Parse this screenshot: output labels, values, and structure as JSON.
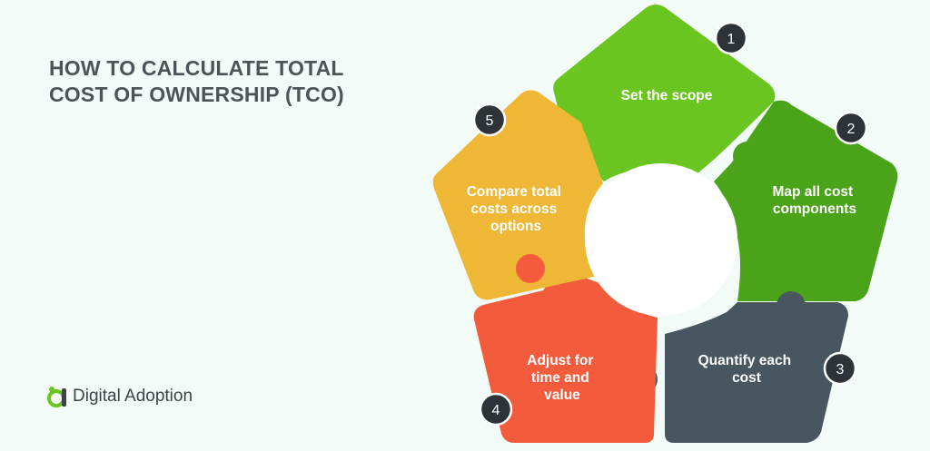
{
  "title": {
    "line1": "HOW TO CALCULATE TOTAL",
    "line2": "COST OF OWNERSHIP (TCO)"
  },
  "brand": {
    "name": "Digital Adoption",
    "icon": "digital-adoption-logo"
  },
  "steps": [
    {
      "number": "1",
      "lines": [
        "Set the scope"
      ],
      "color": "#6bc520"
    },
    {
      "number": "2",
      "lines": [
        "Map all cost",
        "components"
      ],
      "color": "#4ba31a"
    },
    {
      "number": "3",
      "lines": [
        "Quantify each",
        "cost"
      ],
      "color": "#48575f"
    },
    {
      "number": "4",
      "lines": [
        "Adjust for",
        "time and",
        "value"
      ],
      "color": "#f25c3d"
    },
    {
      "number": "5",
      "lines": [
        "Compare total",
        "costs across",
        "options"
      ],
      "color": "#eeb836"
    }
  ],
  "colors": {
    "background": "#f3fbf8",
    "badge": "#2e3337",
    "center": "#ffffff",
    "logo_accent": "#6bc520"
  }
}
